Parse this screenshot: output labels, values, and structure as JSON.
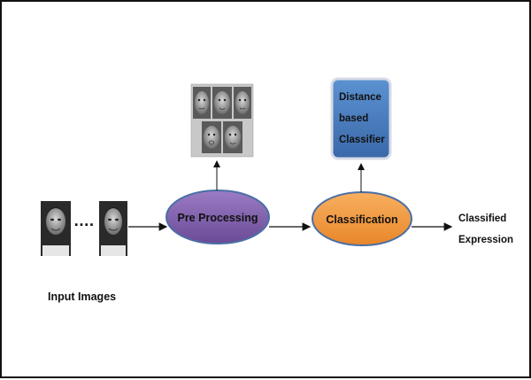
{
  "diagram": {
    "input_images_label": "Input Images",
    "ellipsis": "….",
    "preprocessing_label": "Pre Processing",
    "classification_label": "Classification",
    "classifier_box": {
      "line1": "Distance",
      "line2": "based",
      "line3": "Classifier"
    },
    "output": {
      "line1": "Classified",
      "line2": "Expression"
    },
    "colors": {
      "preprocessing_fill": "#7f5fa8",
      "classification_fill": "#f39a3c",
      "classifier_fill": "#4a7fc0",
      "ellipse_stroke": "#4a6fa5",
      "photo_bg": "#cfcfcf"
    }
  }
}
